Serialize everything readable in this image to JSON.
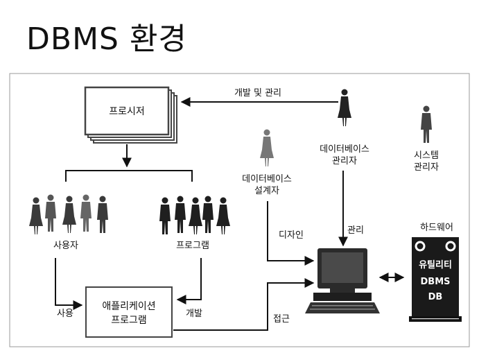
{
  "title": "DBMS 환경",
  "nodes": {
    "procedure": "프로시저",
    "users": "사용자",
    "programmers": "프로그램",
    "app_program_line1": "애플리케이션",
    "app_program_line2": "프로그램",
    "db_designer_line1": "데이터베이스",
    "db_designer_line2": "설계자",
    "dba_line1": "데이터베이스",
    "dba_line2": "관리자",
    "sysadmin_line1": "시스템",
    "sysadmin_line2": "관리자",
    "hardware": "하드웨어",
    "db_unit_line1": "유틸리티",
    "db_unit_line2": "DBMS",
    "db_unit_line3": "DB"
  },
  "edges": {
    "develop_and_manage": "개발 및 관리",
    "design": "디자인",
    "manage": "관리",
    "use": "사용",
    "develop": "개발",
    "access": "접근"
  },
  "colors": {
    "line": "#111111",
    "frame": "#9a9a9a",
    "figure": "#2a2a2a",
    "figure_light": "#777777",
    "db_unit": "#1a1a1a"
  }
}
